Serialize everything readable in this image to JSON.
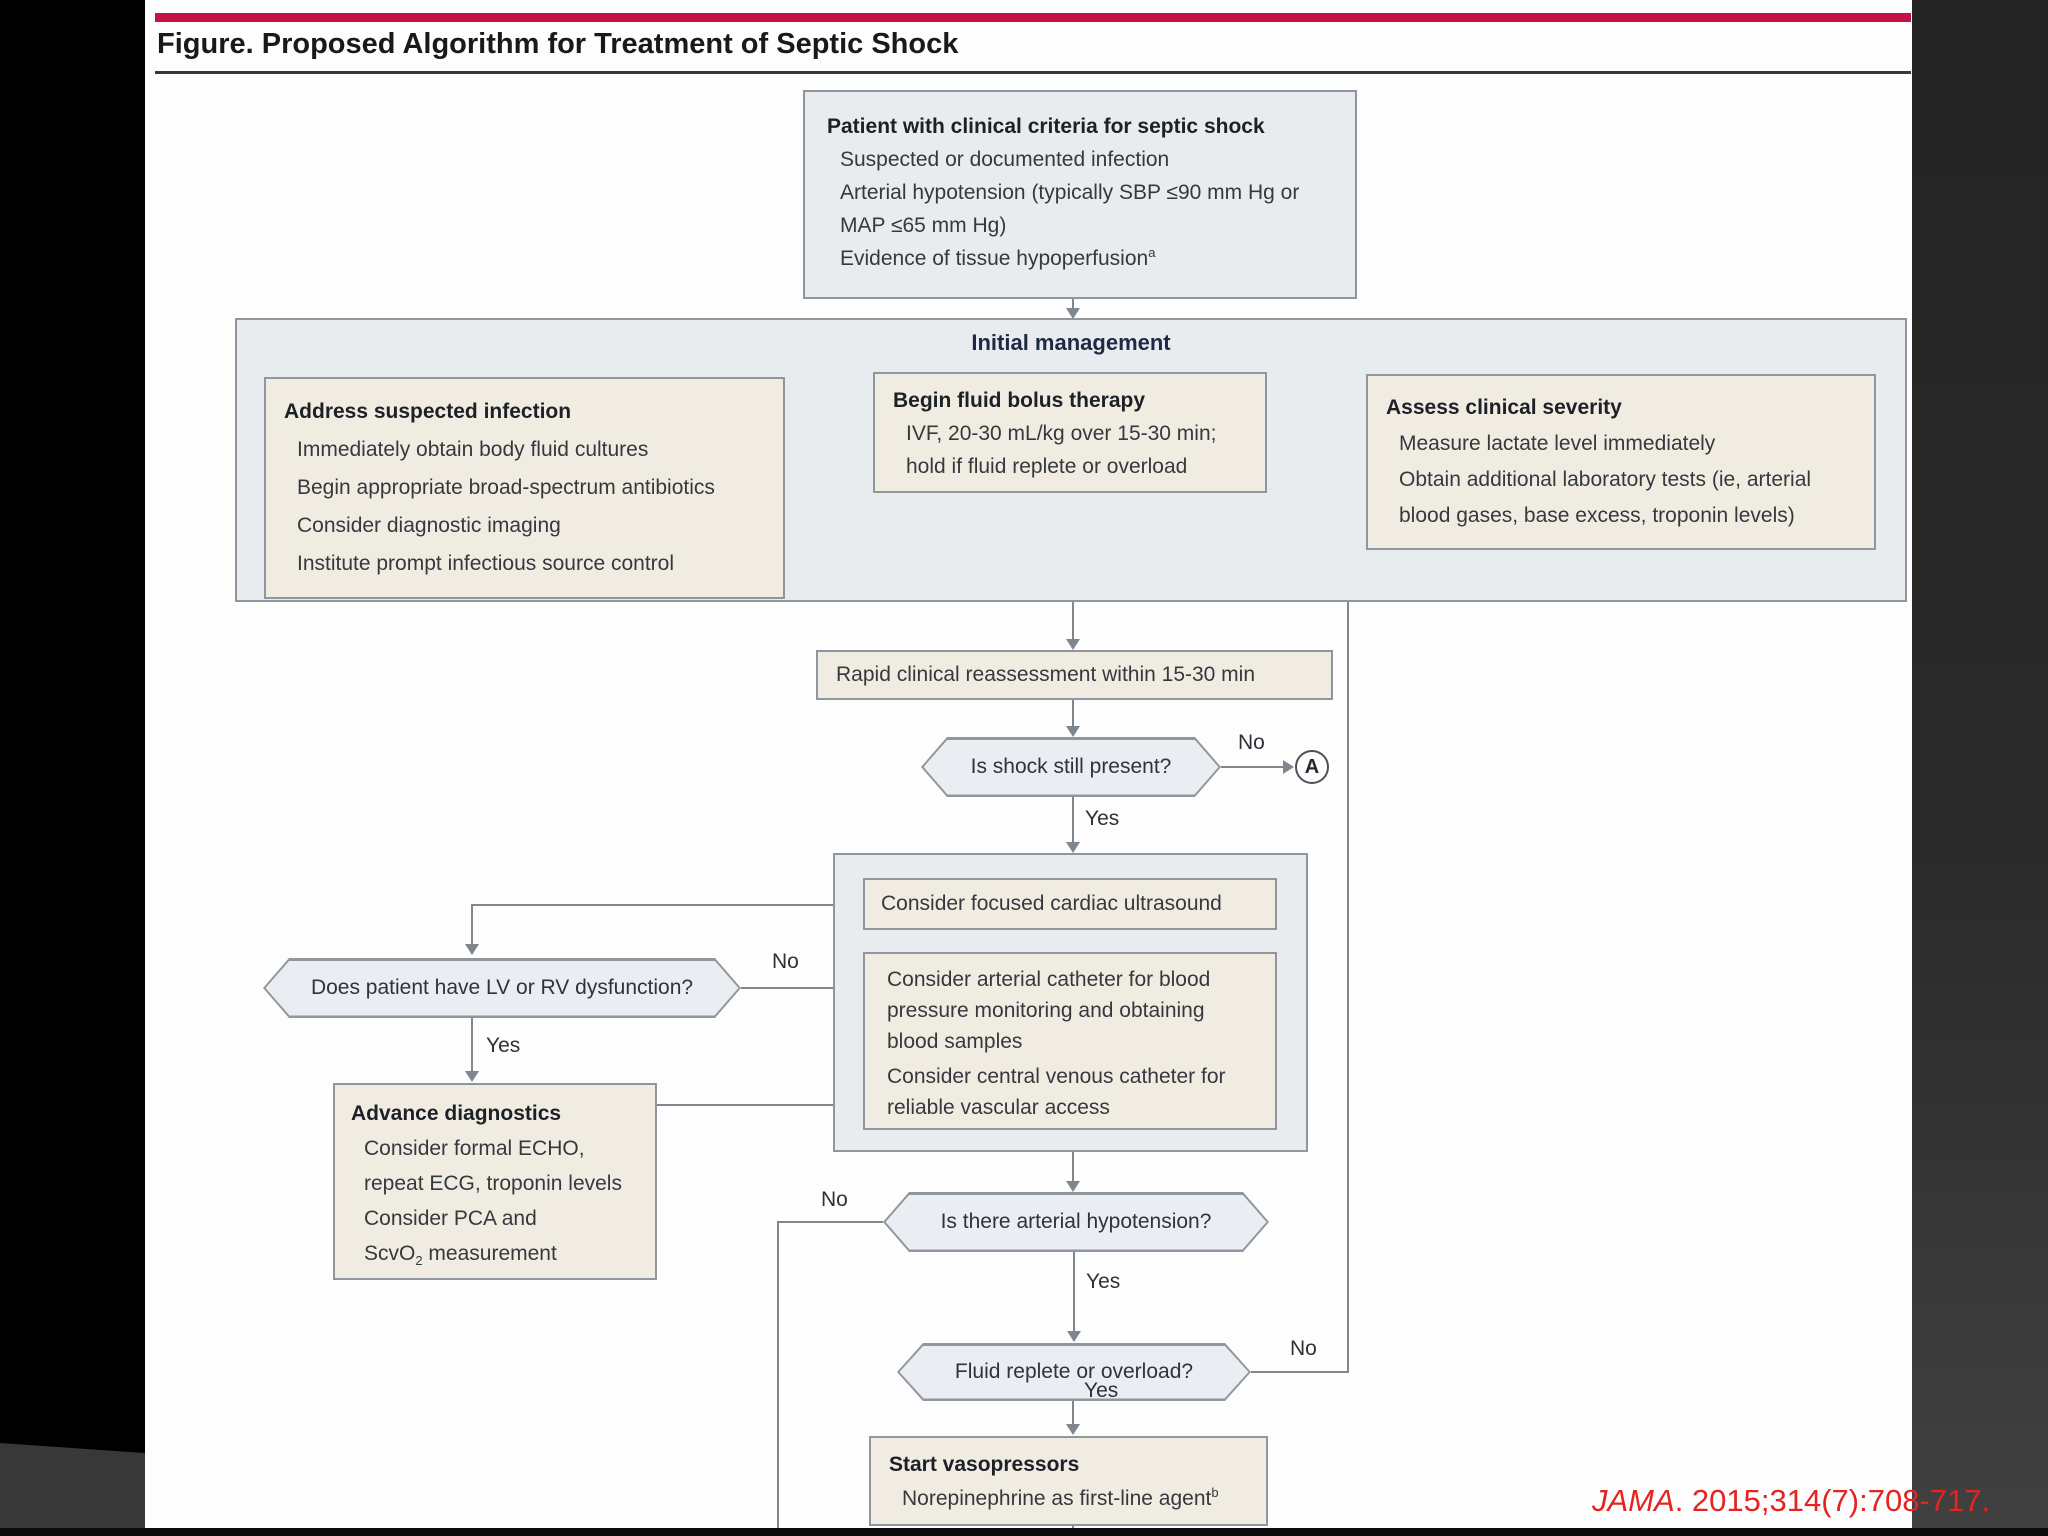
{
  "figure": {
    "title": "Figure. Proposed Algorithm for Treatment of Septic Shock",
    "section_header": "Initial management",
    "labels": {
      "yes": "Yes",
      "no": "No",
      "connector": "A"
    },
    "nodes": {
      "patient": {
        "title": "Patient with clinical criteria for septic shock",
        "item1": "Suspected or documented infection",
        "item2": "Arterial hypotension (typically SBP ≤90 mm Hg or MAP ≤65 mm Hg)",
        "item3": "Evidence of tissue hypoperfusion",
        "item3_sup": "a"
      },
      "address_infection": {
        "title": "Address suspected infection",
        "item1": "Immediately obtain body fluid cultures",
        "item2": "Begin appropriate broad-spectrum antibiotics",
        "item3": "Consider diagnostic imaging",
        "item4": "Institute prompt infectious source control"
      },
      "fluid_bolus": {
        "title": "Begin fluid bolus therapy",
        "item1": "IVF, 20-30 mL/kg over 15-30 min; hold if fluid replete or overload"
      },
      "assess_severity": {
        "title": "Assess clinical severity",
        "item1": "Measure lactate level immediately",
        "item2": "Obtain additional laboratory tests (ie, arterial blood gases, base excess, troponin levels)"
      },
      "reassess": {
        "text": "Rapid clinical reassessment within 15-30 min"
      },
      "shock_q": {
        "text": "Is shock still present?"
      },
      "ultrasound": {
        "text": "Consider focused cardiac ultrasound"
      },
      "catheters": {
        "item1": "Consider arterial catheter for blood pressure monitoring and obtaining blood samples",
        "item2": "Consider central venous catheter for reliable vascular access"
      },
      "lv_rv_q": {
        "text": "Does patient have LV or RV dysfunction?"
      },
      "advance_dx": {
        "title": "Advance diagnostics",
        "item1": "Consider formal ECHO, repeat ECG, troponin levels",
        "item2_line1": "Consider PCA and",
        "item2_line2_pre": "ScvO",
        "item2_line2_sub": "2",
        "item2_line2_post": " measurement"
      },
      "hypotension_q": {
        "text": "Is there arterial hypotension?"
      },
      "fluid_q": {
        "text": "Fluid replete or overload?"
      },
      "vasopressors": {
        "title": "Start vasopressors",
        "item1": "Norepinephrine as first-line agent",
        "item1_sup": "b"
      }
    }
  },
  "citation": {
    "journal": "JAMA",
    "text": ". 2015;314(7):708-717."
  },
  "colors": {
    "accent_bar": "#c41246",
    "citation_red": "#e52320",
    "box_cream": "#f0ece2",
    "box_gray": "#e9ecef",
    "border": "#8f969d",
    "line": "#7f868d"
  }
}
